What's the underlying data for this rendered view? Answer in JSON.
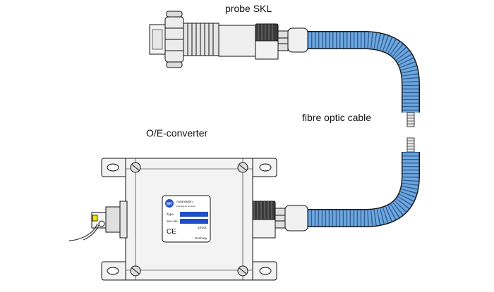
{
  "labels": {
    "probe": "probe SKL",
    "cable": "fibre optic cable",
    "converter": "O/E-converter"
  },
  "nameplate": {
    "logo": "BFI",
    "brand": "Automation",
    "tagline": "technology for your future",
    "type_label": "Type",
    "serial_label": "Ser.-No.:",
    "voltage": "24Vdc",
    "ce_mark": "CE",
    "country": "Germany"
  },
  "colors": {
    "cable_blue": "#6ea6de",
    "cable_dark": "#2f5f96",
    "plate_field": "#1f4fc8",
    "connector_yellow": "#f2e600",
    "outline": "#111111",
    "body_fill": "#f3f3f3"
  },
  "icons": {
    "screw": "slotted-screw-icon",
    "logo": "bfi-logo-icon",
    "ce": "ce-mark-icon"
  }
}
